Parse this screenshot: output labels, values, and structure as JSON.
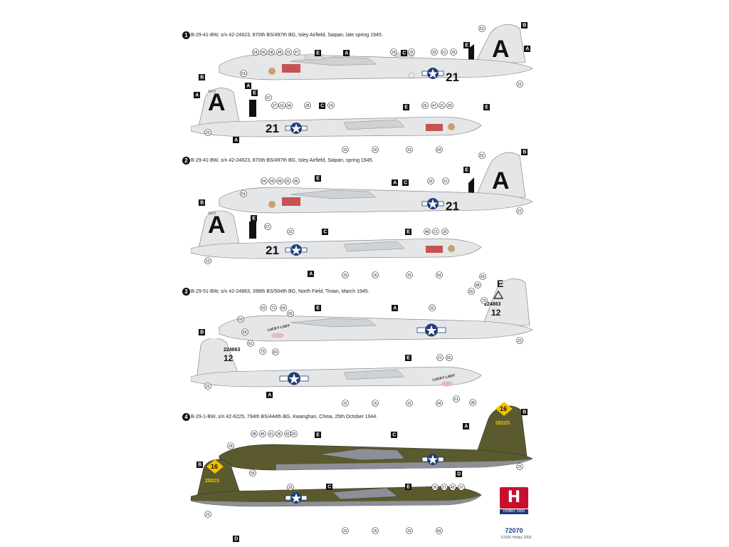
{
  "schemes": [
    {
      "num": "1",
      "caption": "B-29-41-BW, s/n 42-24623, 870th BS/497th BG, Isley Airfield, Saipan, late spring 1945.",
      "tail_letter": "A",
      "fuselage_number": "21",
      "fin_serial": "4623"
    },
    {
      "num": "2",
      "caption": "B-29-41-BW, s/n 42-24623, 870th BS/497th BG, Isley Airfield, Saipan, spring 1945.",
      "tail_letter": "A",
      "fuselage_number": "21",
      "fin_serial": "4623"
    },
    {
      "num": "3",
      "caption": "B-29-51-BW, s/n 42-24863, 398th BS/504th BG, North Field, Tinian, March 1945.",
      "tail_letter": "E",
      "fin_serial": "224863",
      "fin_number": "12",
      "nose_art": "LUCKY LADY"
    },
    {
      "num": "4",
      "caption": "B-29-1-BW, s/n 42-6225, 794th BS/444th BG, Kwanghan, China, 25th October 1944.",
      "fin_number": "16",
      "fin_serial": "2822S"
    }
  ],
  "markers": {
    "a": "A",
    "b": "B",
    "c": "C",
    "d": "D",
    "e": "E"
  },
  "callouts": [
    "15",
    "16",
    "21",
    "22",
    "24",
    "25",
    "27",
    "28",
    "29",
    "30",
    "31",
    "32",
    "33",
    "34",
    "36",
    "37",
    "38",
    "39",
    "41",
    "42",
    "45",
    "46",
    "47",
    "48",
    "49",
    "50",
    "51",
    "52",
    "53",
    "54",
    "55",
    "56",
    "57",
    "58",
    "59",
    "60",
    "61",
    "62",
    "63",
    "64",
    "66",
    "68",
    "69",
    "70",
    "71"
  ],
  "logo": {
    "mark": "H",
    "brand": "HOBBY 2000"
  },
  "kit_number": "72070",
  "copyright": "©2025 Hobby 2000",
  "colors": {
    "silver": "#e4e6e8",
    "olive": "#5a5a2e",
    "neutral_gray": "#8c9096",
    "insignia_blue": "#1e3f7a",
    "yellow": "#f2c200",
    "logo_red": "#c8102e"
  }
}
